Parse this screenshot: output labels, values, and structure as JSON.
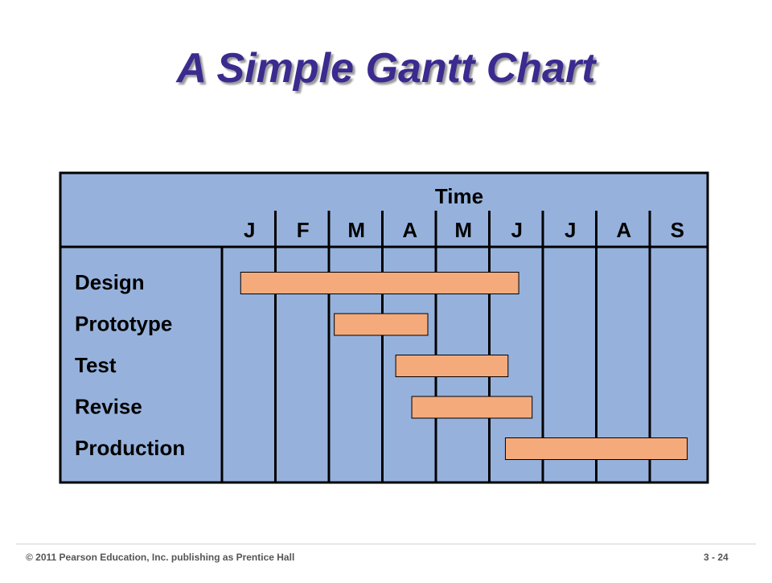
{
  "slide": {
    "title": "A Simple Gantt Chart",
    "footer_left": "© 2011 Pearson Education, Inc. publishing as Prentice Hall",
    "footer_right": "3 - 24"
  },
  "colors": {
    "panel": "#96b2dc",
    "bar_fill": "#f5aa7c",
    "line": "#000000",
    "title": "#3b2a8f"
  },
  "chart_data": {
    "type": "gantt",
    "xlabel": "Time",
    "months": [
      "J",
      "F",
      "M",
      "A",
      "M",
      "J",
      "J",
      "A",
      "S"
    ],
    "tasks": [
      {
        "label": "Design",
        "start": 0.35,
        "end": 5.55
      },
      {
        "label": "Prototype",
        "start": 2.1,
        "end": 3.85
      },
      {
        "label": "Test",
        "start": 3.25,
        "end": 5.35
      },
      {
        "label": "Revise",
        "start": 3.55,
        "end": 5.8
      },
      {
        "label": "Production",
        "start": 5.3,
        "end": 8.7
      }
    ],
    "xlim_months": [
      0,
      9
    ]
  }
}
